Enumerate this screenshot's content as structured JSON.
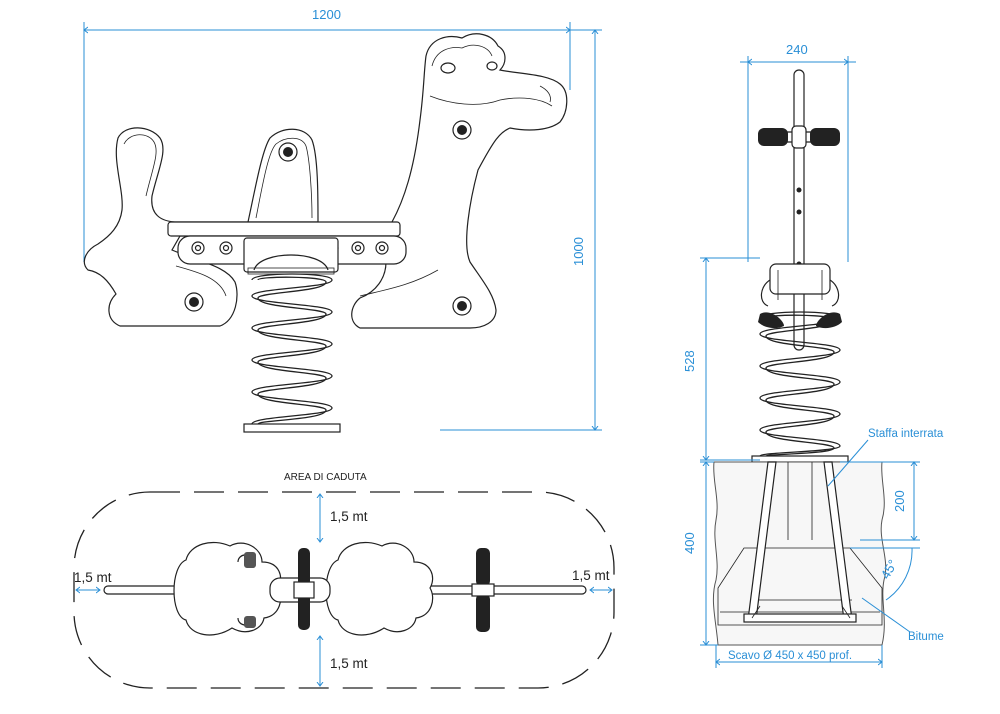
{
  "dimensions": {
    "total_length": "1200",
    "total_height": "1000",
    "side_width": "240",
    "side_height": "528",
    "foundation_depth": "400",
    "embed_depth": "200",
    "angle": "45°"
  },
  "safety_area": {
    "title": "AREA DI CADUTA",
    "top": "1,5 mt",
    "bottom": "1,5 mt",
    "left": "1,5 mt",
    "right": "1,5 mt"
  },
  "notes": {
    "bracket": "Staffa interrata",
    "bitumen": "Bitume",
    "excavation": "Scavo Ø 450 x 450 prof."
  },
  "colors": {
    "dimension": "#2a8fd6",
    "ink": "#222222"
  }
}
